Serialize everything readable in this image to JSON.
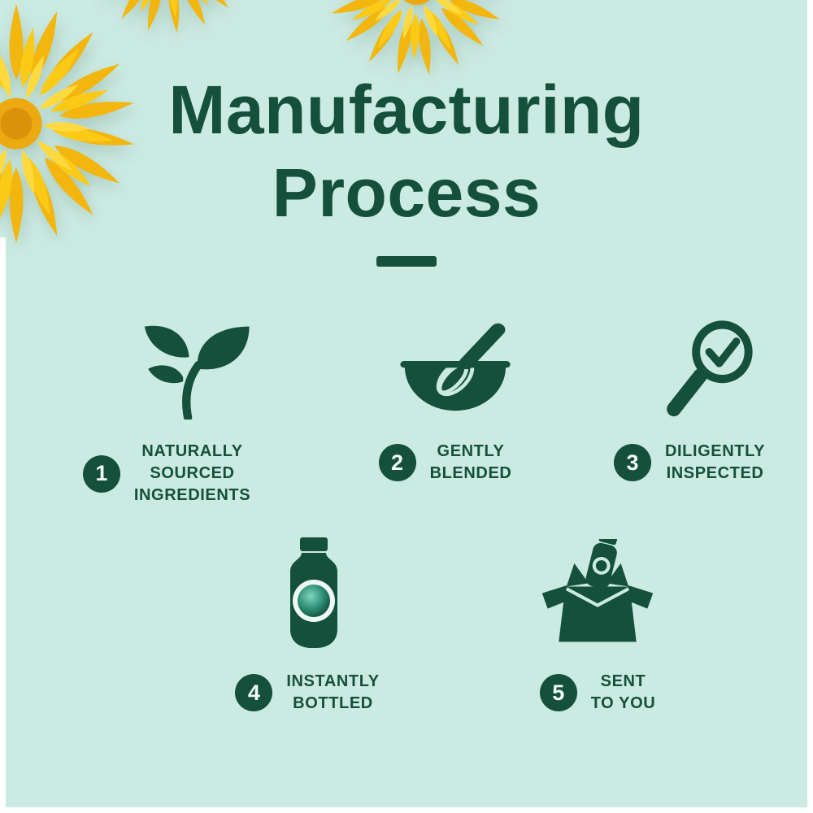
{
  "colors": {
    "background": "#cbeae2",
    "primary_green": "#14503c",
    "flower_yellow": "#f6c412",
    "number_text": "#f3fbf7"
  },
  "header": {
    "title_line1": "Manufacturing",
    "title_line2": "Process"
  },
  "steps": [
    {
      "number": "1",
      "icon": "sprout-leaves-icon",
      "label_lines": [
        "NATURALLY",
        "SOURCED",
        "INGREDIENTS"
      ]
    },
    {
      "number": "2",
      "icon": "whisk-bowl-icon",
      "label_lines": [
        "GENTLY",
        "BLENDED"
      ]
    },
    {
      "number": "3",
      "icon": "magnifier-check-icon",
      "label_lines": [
        "DILIGENTLY",
        "INSPECTED"
      ]
    },
    {
      "number": "4",
      "icon": "supplement-bottle-icon",
      "label_lines": [
        "INSTANTLY",
        "BOTTLED"
      ]
    },
    {
      "number": "5",
      "icon": "shipping-box-icon",
      "label_lines": [
        "SENT",
        "TO YOU"
      ]
    }
  ]
}
